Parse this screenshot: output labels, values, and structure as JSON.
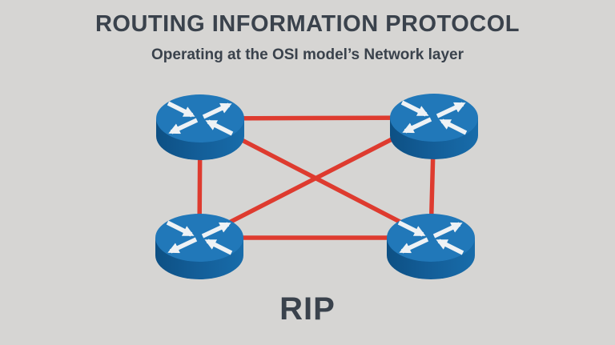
{
  "title": "ROUTING INFORMATION PROTOCOL",
  "subtitle": "Operating at the OSI model’s Network layer",
  "footer_label": "RIP",
  "diagram": {
    "type": "network-topology",
    "topology": "full-mesh",
    "node_type": "router",
    "node_count": 4,
    "nodes": [
      {
        "id": "router-top-left",
        "icon": "router-icon"
      },
      {
        "id": "router-top-right",
        "icon": "router-icon"
      },
      {
        "id": "router-bottom-left",
        "icon": "router-icon"
      },
      {
        "id": "router-bottom-right",
        "icon": "router-icon"
      }
    ],
    "links": [
      [
        "router-top-left",
        "router-top-right"
      ],
      [
        "router-bottom-left",
        "router-bottom-right"
      ],
      [
        "router-top-left",
        "router-bottom-left"
      ],
      [
        "router-top-right",
        "router-bottom-right"
      ],
      [
        "router-top-left",
        "router-bottom-right"
      ],
      [
        "router-top-right",
        "router-bottom-left"
      ]
    ],
    "colors": {
      "background": "#d6d5d3",
      "text": "#3a424c",
      "link_line": "#de3b2f",
      "router_top": "#2178b9",
      "router_side_dark": "#0d5084",
      "router_side_light": "#186caa",
      "router_arrows": "#eef2f5"
    }
  }
}
